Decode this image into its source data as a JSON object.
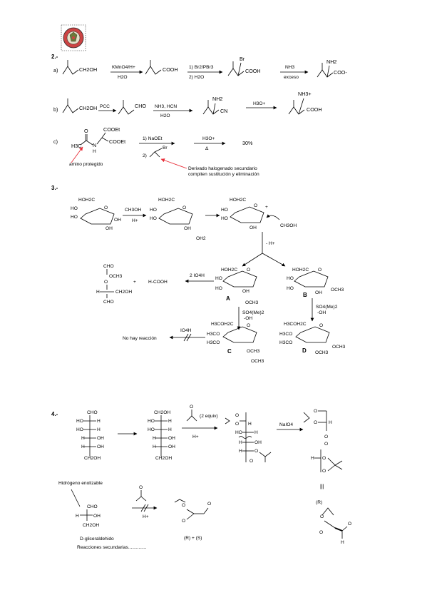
{
  "sections": {
    "s2": "2.-",
    "s3": "3.-",
    "s4": "4.-"
  },
  "colors": {
    "annotation": "#e8303a",
    "ink": "#000000"
  },
  "p2": {
    "a": {
      "label": "a)",
      "r1": "CH2OH",
      "c1": "KMnO4/H+",
      "c1b": "H2O",
      "p1": "COOH",
      "c2": "1) Br2/PBr3",
      "c2b": "2) H2O",
      "br": "Br",
      "p2": "COOH",
      "c3": "NH3",
      "c3b": "exceso",
      "nh2": "NH2",
      "p3": "COO-"
    },
    "b": {
      "label": "b)",
      "r1": "CH2OH",
      "c1": "PCC",
      "p1": "CHO",
      "c2": "NH3, HCN",
      "c2b": "H2O",
      "nh2": "NH2",
      "cn": "CN",
      "c3": "H3O+",
      "nh3": "NH3+",
      "p3": "COOH"
    },
    "c": {
      "label": "c)",
      "o": "O",
      "cooet1": "COOEt",
      "cooet2": "COOEt",
      "h3c": "H3C",
      "n": "N",
      "h": "H",
      "c1": "1) NaOEt",
      "c2": "2)",
      "br": "Br",
      "c3": "H3O+",
      "delta": "Δ",
      "yield": "30%",
      "note1": "amino protegido",
      "note2": "Derivado halogenado secundario",
      "note3": "compiten sustitución y eliminación"
    }
  },
  "p3": {
    "hoh2c": "HOH2C",
    "ho": "HO",
    "oh": "OH",
    "o": "O",
    "plus": "+",
    "oh2": "OH2",
    "meoh": "CH3OH",
    "hplus": "H+",
    "mh": "- H+",
    "labelA": "A",
    "labelB": "B",
    "och3": "OCH3",
    "reag1": "SO4(Me)2",
    "reag2": "-OH",
    "h3coh2c": "H3COH2C",
    "h3co": "H3CO",
    "labelC": "C",
    "labelD": "D",
    "io4h2": "2 IO4H",
    "hcooh": "H-COOH",
    "cho": "CHO",
    "ch2oh": "CH2OH",
    "hminus": "H",
    "io4h": "IO4H",
    "noreac": "No hay reacción"
  },
  "p4": {
    "cho": "CHO",
    "ho": "HO",
    "h": "H",
    "oh": "OH",
    "ch2oh": "CH2OH",
    "o": "O",
    "equiv": "(2 equiv)",
    "hplus": "H+",
    "naio4": "NaIO4",
    "r": "(R)",
    "rs": "(R) + (S)",
    "equals": "|||",
    "enol": "Hidrógeno enolizable",
    "glyc": "D-gliceraldehido",
    "side": "Reacciones secundarias.............."
  }
}
